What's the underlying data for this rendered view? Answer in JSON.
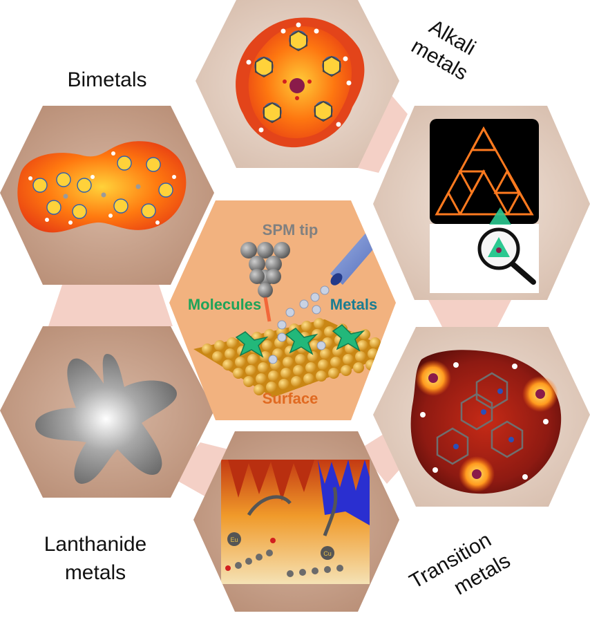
{
  "labels": {
    "bimetals": "Bimetals",
    "alkali_line1": "Alkali",
    "alkali_line2": "metals",
    "lanthanide_line1": "Lanthanide",
    "lanthanide_line2": "metals",
    "transition_line1": "Transition",
    "transition_line2": "metals"
  },
  "center": {
    "spm_tip": "SPM tip",
    "molecules": "Molecules",
    "metals": "Metals",
    "surface": "Surface"
  },
  "inset_atoms": {
    "left": "Eu",
    "right": "Cu"
  },
  "colors": {
    "hex_outer": "#c9a28c",
    "hex_light": "#e5d3c7",
    "center_hex": "#f2b27f",
    "connector": "#f2c8bc",
    "molecules_text": "#1fa35a",
    "metals_text": "#1a7d92",
    "surface_text": "#e06a21",
    "spm_text": "#808080"
  }
}
